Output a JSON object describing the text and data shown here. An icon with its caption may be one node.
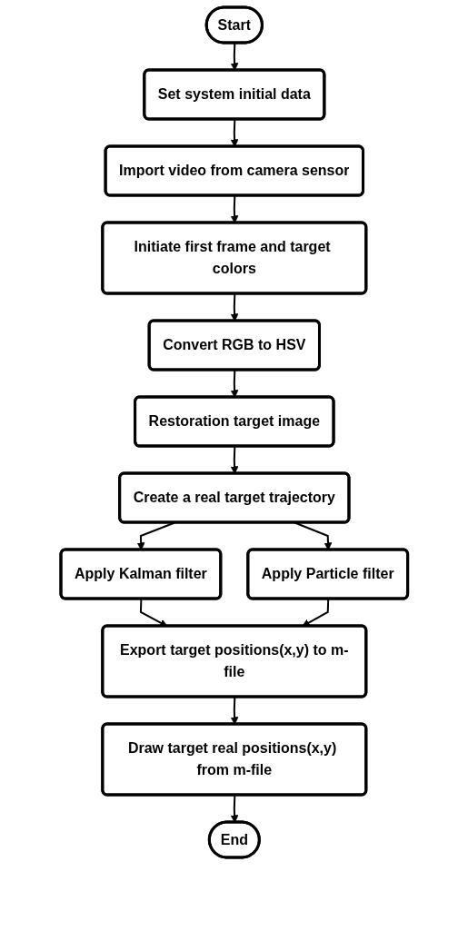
{
  "diagram": {
    "nodes": [
      {
        "text": [
          "Start"
        ]
      },
      {
        "text": [
          "Set system initial data"
        ]
      },
      {
        "text": [
          "Import video from camera sensor"
        ]
      },
      {
        "text": [
          "Initiate first frame and target colors"
        ]
      },
      {
        "text": [
          "Convert RGB to HSV"
        ]
      },
      {
        "text": [
          "Restoration target image"
        ]
      },
      {
        "text": [
          "Create a real target trajectory"
        ]
      },
      {
        "text": [
          "Apply Kalman filter"
        ]
      },
      {
        "text": [
          "Apply Particle filter"
        ]
      },
      {
        "text": [
          "Export target positions(x,y) to m-file"
        ]
      },
      {
        "text": [
          "Draw target real positions(x,y) from m-file"
        ]
      },
      {
        "text": [
          "End"
        ]
      }
    ],
    "edges": [
      {
        "from": 0,
        "to": 1,
        "arrow": "to"
      },
      {
        "from": 1,
        "to": 2,
        "arrow": "to"
      },
      {
        "from": 2,
        "to": 3,
        "arrow": "to"
      },
      {
        "from": 3,
        "to": 4,
        "arrow": "to"
      },
      {
        "from": 4,
        "to": 5,
        "arrow": "to"
      },
      {
        "from": 5,
        "to": 6,
        "arrow": "to"
      },
      {
        "from": 6,
        "to": 7,
        "arrow": "to"
      },
      {
        "from": 6,
        "to": 8,
        "arrow": "to"
      },
      {
        "from": 7,
        "to": 9,
        "arrow": "to"
      },
      {
        "from": 8,
        "to": 9,
        "arrow": "to"
      },
      {
        "from": 9,
        "to": 10,
        "arrow": "to"
      },
      {
        "from": 10,
        "to": 11,
        "arrow": "to"
      }
    ]
  }
}
